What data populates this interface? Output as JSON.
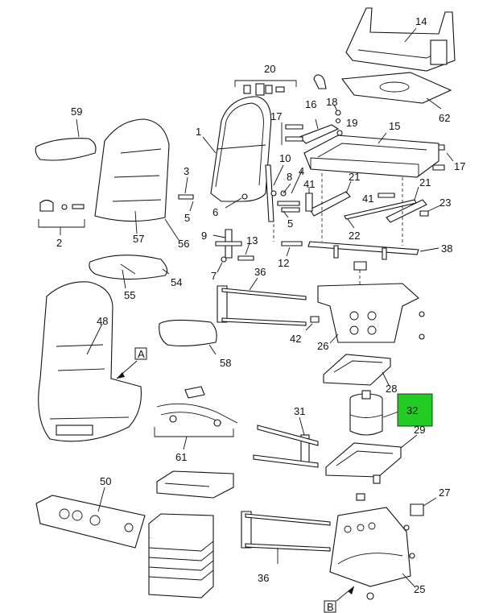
{
  "diagram": {
    "highlighted_part": "32",
    "highlight_color": "#22cc22",
    "callouts": [
      "1",
      "2",
      "3",
      "4",
      "5",
      "5",
      "6",
      "7",
      "8",
      "9",
      "10",
      "12",
      "13",
      "14",
      "15",
      "16",
      "17",
      "17",
      "18",
      "19",
      "20",
      "21",
      "21",
      "22",
      "23",
      "25",
      "26",
      "27",
      "28",
      "29",
      "31",
      "32",
      "36",
      "36",
      "38",
      "41",
      "41",
      "42",
      "48",
      "50",
      "54",
      "55",
      "56",
      "57",
      "58",
      "59",
      "61",
      "62"
    ],
    "view_labels": [
      "A",
      "B"
    ]
  }
}
